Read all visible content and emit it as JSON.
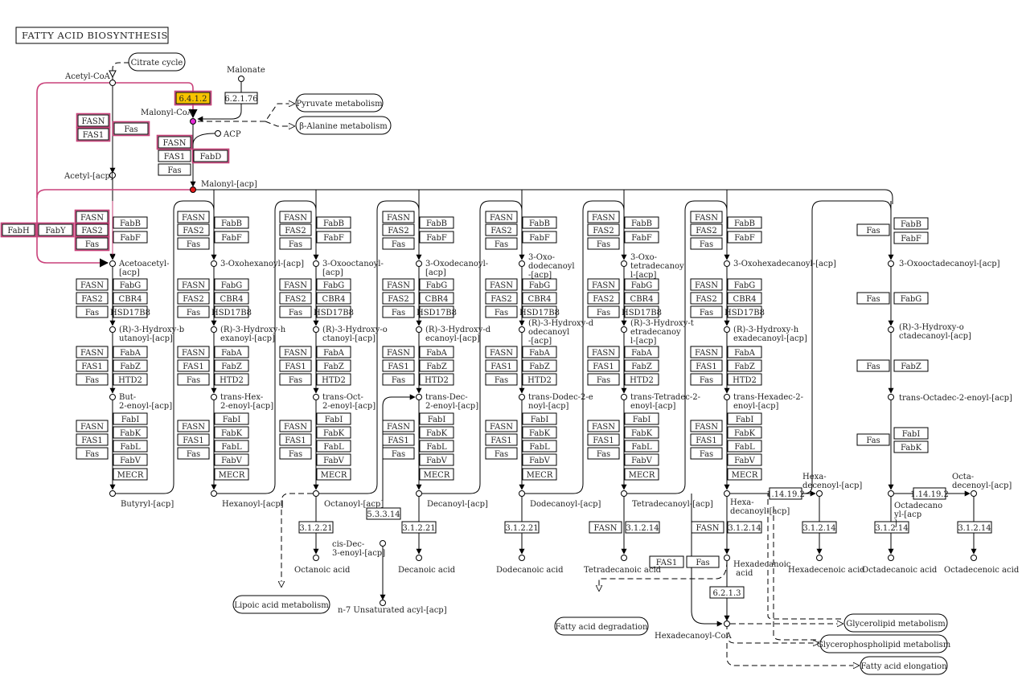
{
  "title": "FATTY ACID BIOSYNTHESIS",
  "colors": {
    "line": "#000000",
    "highlight": "#c9417a",
    "box_fill": "#ffffff",
    "highlight_box_fill": "#f7c300",
    "node_pink": "#e42bd5",
    "node_red": "#e41b1b"
  },
  "compounds": [
    {
      "id": "acetylcoa",
      "label": "Acetyl-CoA"
    },
    {
      "id": "malonate",
      "label": "Malonate"
    },
    {
      "id": "malonylcoa",
      "label": "Malonyl-CoA"
    },
    {
      "id": "acp",
      "label": "ACP"
    },
    {
      "id": "acetylacp",
      "label": "Acetyl-[acp]"
    },
    {
      "id": "malonylacp",
      "label": "Malonyl-[acp]"
    },
    {
      "id": "acetoacetyl",
      "label": "Acetoacetyl-[acp]"
    },
    {
      "id": "hb",
      "label": "(R)-3-Hydroxy-butanoyl-[acp]"
    },
    {
      "id": "but2",
      "label": "But-2-enoyl-[acp]"
    },
    {
      "id": "butyryl",
      "label": "Butyryl-[acp]"
    },
    {
      "id": "oxohex",
      "label": "3-Oxohexanoyl-[acp]"
    },
    {
      "id": "hhex",
      "label": "(R)-3-Hydroxy-hexanoyl-[acp]"
    },
    {
      "id": "thex",
      "label": "trans-Hex-2-enoyl-[acp]"
    },
    {
      "id": "hexanoyl",
      "label": "Hexanoyl-[acp]"
    },
    {
      "id": "oxooct",
      "label": "3-Oxooctanoyl-[acp]"
    },
    {
      "id": "hoct",
      "label": "(R)-3-Hydroxy-octanoyl-[acp]"
    },
    {
      "id": "toct",
      "label": "trans-Oct-2-enoyl-[acp]"
    },
    {
      "id": "octanoyl",
      "label": "Octanoyl-[acp]"
    },
    {
      "id": "octacid",
      "label": "Octanoic acid"
    },
    {
      "id": "oxodec",
      "label": "3-Oxodecanoyl-[acp]"
    },
    {
      "id": "hdec",
      "label": "(R)-3-Hydroxy-decanoyl-[acp]"
    },
    {
      "id": "tdec",
      "label": "trans-Dec-2-enoyl-[acp]"
    },
    {
      "id": "decanoyl",
      "label": "Decanoyl-[acp]"
    },
    {
      "id": "cisdec",
      "label": "cis-Dec-3-enoyl-[acp]"
    },
    {
      "id": "decacid",
      "label": "Decanoic acid"
    },
    {
      "id": "n7",
      "label": "n-7 Unsaturated acyl-[acp]"
    },
    {
      "id": "oxododec",
      "label": "3-Oxo-dodecanoyl-[acp]"
    },
    {
      "id": "hdodec",
      "label": "(R)-3-Hydroxy-dodecanoyl-[acp]"
    },
    {
      "id": "tdodec",
      "label": "trans-Dodec-2-enoyl-[acp]"
    },
    {
      "id": "dodecanoyl",
      "label": "Dodecanoyl-[acp]"
    },
    {
      "id": "dodecacid",
      "label": "Dodecanoic acid"
    },
    {
      "id": "oxotetra",
      "label": "3-Oxo-tetradecanoyl-[acp]"
    },
    {
      "id": "htetra",
      "label": "(R)-3-Hydroxy-tetradecanoyl-[acp]"
    },
    {
      "id": "ttetra",
      "label": "trans-Tetradec-2-enoyl-[acp]"
    },
    {
      "id": "tetradecanoyl",
      "label": "Tetradecanoyl-[acp]"
    },
    {
      "id": "tetraacid",
      "label": "Tetradecanoic acid"
    },
    {
      "id": "oxohexa",
      "label": "3-Oxohexadecanoyl-[acp]"
    },
    {
      "id": "hhexa",
      "label": "(R)-3-Hydroxy-hexadecanoyl-[acp]"
    },
    {
      "id": "thexa",
      "label": "trans-Hexadec-2-enoyl-[acp]"
    },
    {
      "id": "hexadecanoyl",
      "label": "Hexa-decanoyl-[acp]"
    },
    {
      "id": "hexaacid",
      "label": "Hexadecanoic acid"
    },
    {
      "id": "hexacoa",
      "label": "Hexadecanoyl-CoA"
    },
    {
      "id": "hexadecenoyl",
      "label": "Hexa-decenoyl-[acp]"
    },
    {
      "id": "hexenacid",
      "label": "Hexadecenoic acid"
    },
    {
      "id": "oxoocta",
      "label": "3-Oxooctadecanoyl-[acp]"
    },
    {
      "id": "hocta",
      "label": "(R)-3-Hydroxy-octadecanoyl-[acp]"
    },
    {
      "id": "tocta",
      "label": "trans-Octadec-2-enoyl-[acp]"
    },
    {
      "id": "octadecanoyl",
      "label": "Octadecanoyl-[acp]"
    },
    {
      "id": "octaacid",
      "label": "Octadecanoic acid"
    },
    {
      "id": "octadecenoyl",
      "label": "Octa-decenoyl-[acp]"
    },
    {
      "id": "octenacid",
      "label": "Octadecenoic acid"
    }
  ],
  "enzymes": [
    "6.4.1.2",
    "6.2.1.76",
    "FASN",
    "FAS1",
    "FAS2",
    "Fas",
    "FabD",
    "FabH",
    "FabY",
    "FabB",
    "FabF",
    "FabG",
    "CBR4",
    "HSD17B8",
    "FabA",
    "FabZ",
    "HTD2",
    "FabI",
    "FabK",
    "FabL",
    "FabV",
    "MECR",
    "5.3.3.14",
    "3.1.2.21",
    "3.1.2.14",
    "1.14.19.2",
    "6.2.1.3"
  ],
  "maps": [
    {
      "id": "citrate",
      "label": "Citrate cycle"
    },
    {
      "id": "pyruvate",
      "label": "Pyruvate metabolism"
    },
    {
      "id": "alanine",
      "label": "β-Alanine metabolism"
    },
    {
      "id": "lipoic",
      "label": "Lipoic acid metabolism"
    },
    {
      "id": "fad",
      "label": "Fatty acid degradation"
    },
    {
      "id": "glycerolipid",
      "label": "Glycerolipid metabolism"
    },
    {
      "id": "glycerophospho",
      "label": "Glycerophospholipid metabolism"
    },
    {
      "id": "elongation",
      "label": "Fatty acid elongation"
    }
  ]
}
